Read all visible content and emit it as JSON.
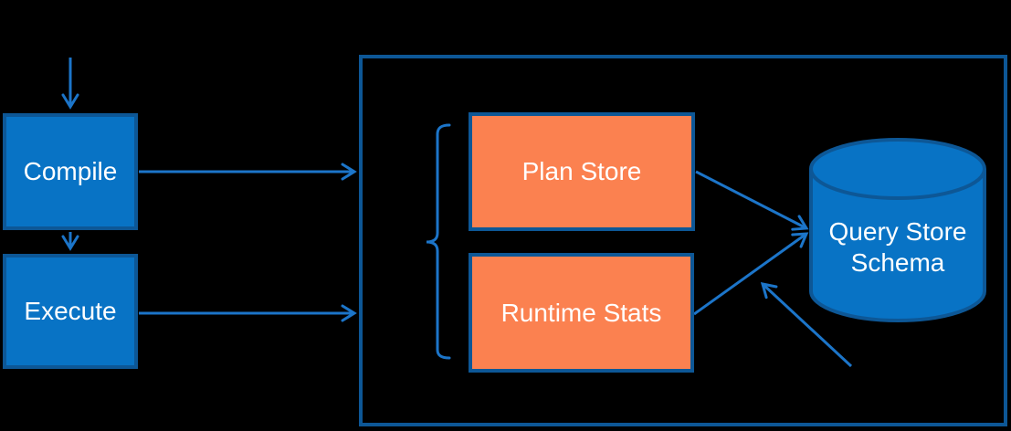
{
  "diagram": {
    "nodes": {
      "compile": {
        "label": "Compile"
      },
      "execute": {
        "label": "Execute"
      },
      "plan_store": {
        "label": "Plan Store"
      },
      "runtime_stats": {
        "label": "Runtime Stats"
      },
      "query_store_schema": {
        "label": "Query Store Schema"
      }
    },
    "colors": {
      "background": "#000000",
      "process_fill": "#0873C5",
      "store_fill": "#FB8150",
      "outline": "#0D5796",
      "arrow": "#1C75C9",
      "text": "#FFFFFF"
    }
  }
}
